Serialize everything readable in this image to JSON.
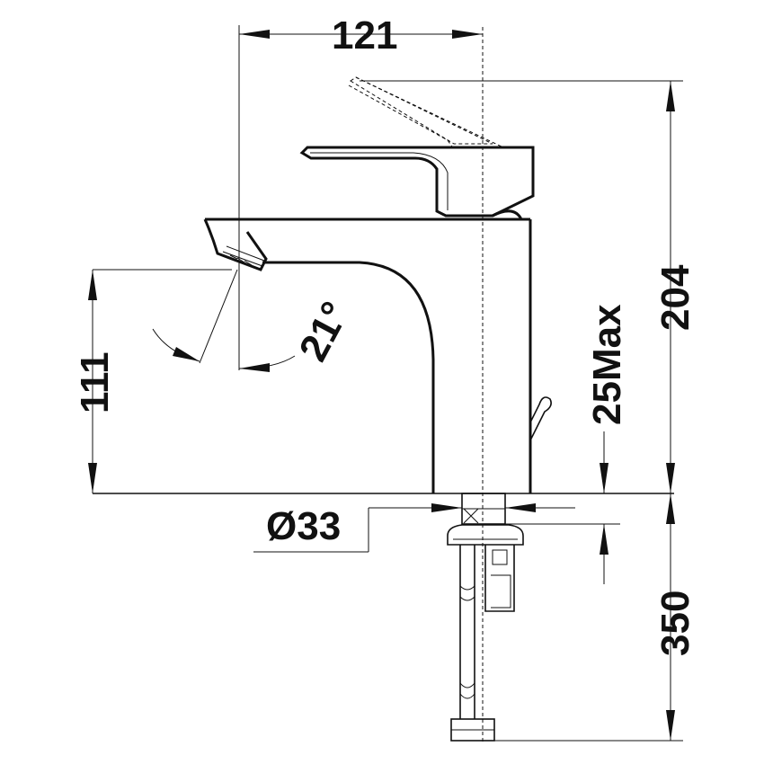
{
  "drawing": {
    "subject": "single-lever basin mixer",
    "line_color": "#111111",
    "background": "#ffffff"
  },
  "dimensions": {
    "spout_reach": "121",
    "total_height": "204",
    "spout_height": "111",
    "spout_angle": "21°",
    "deck_thickness_max": "25Max",
    "hole_diameter": "Ø33",
    "hose_length": "350"
  }
}
